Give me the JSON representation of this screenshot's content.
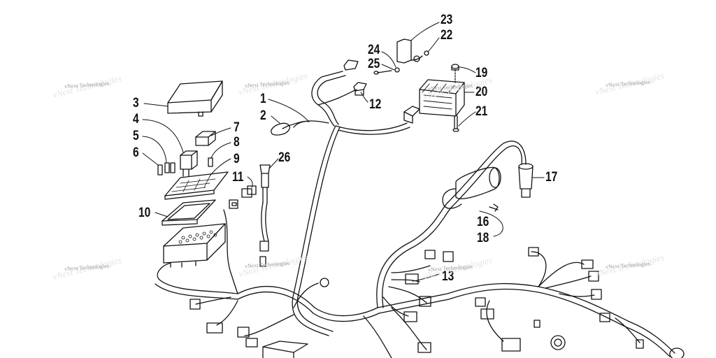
{
  "watermark": "vNext Technologies",
  "callouts": [
    "1",
    "2",
    "3",
    "4",
    "5",
    "6",
    "7",
    "8",
    "9",
    "10",
    "11",
    "12",
    "13",
    "16",
    "17",
    "18",
    "19",
    "20",
    "21",
    "22",
    "23",
    "24",
    "25",
    "26"
  ],
  "colors": {
    "line": "#111111",
    "paper": "#ffffff",
    "watermark": "#9a9a9a"
  }
}
